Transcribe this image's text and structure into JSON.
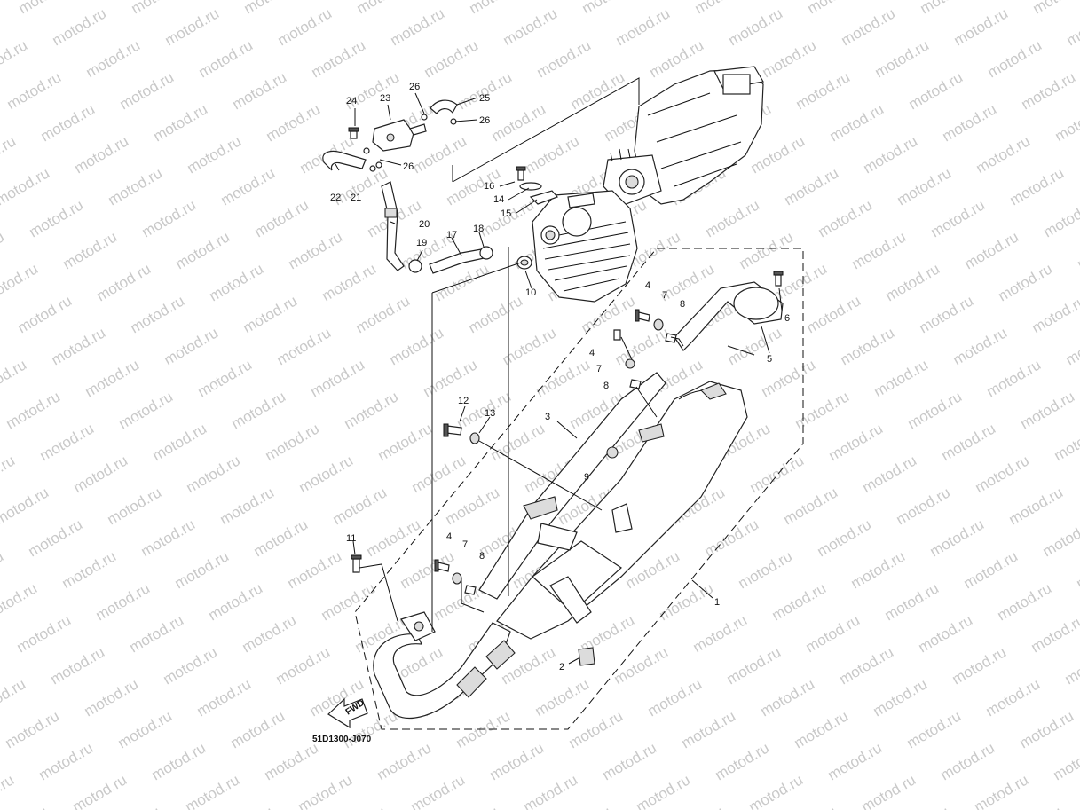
{
  "watermark": "motod.ru",
  "diagram_code": "51D1300-J070",
  "fwd_label": "FWD",
  "part_labels": {
    "p1": "1",
    "p2": "2",
    "p3": "3",
    "p4a": "4",
    "p4b": "4",
    "p4c": "4",
    "p5": "5",
    "p6": "6",
    "p7a": "7",
    "p7b": "7",
    "p7c": "7",
    "p8a": "8",
    "p8b": "8",
    "p8c": "8",
    "p9": "9",
    "p10": "10",
    "p11": "11",
    "p12": "12",
    "p13": "13",
    "p14": "14",
    "p15": "15",
    "p16": "16",
    "p17": "17",
    "p18": "18",
    "p19": "19",
    "p20": "20",
    "p21": "21",
    "p22": "22",
    "p23": "23",
    "p24": "24",
    "p25": "25",
    "p26a": "26",
    "p26b": "26",
    "p26c": "26"
  }
}
